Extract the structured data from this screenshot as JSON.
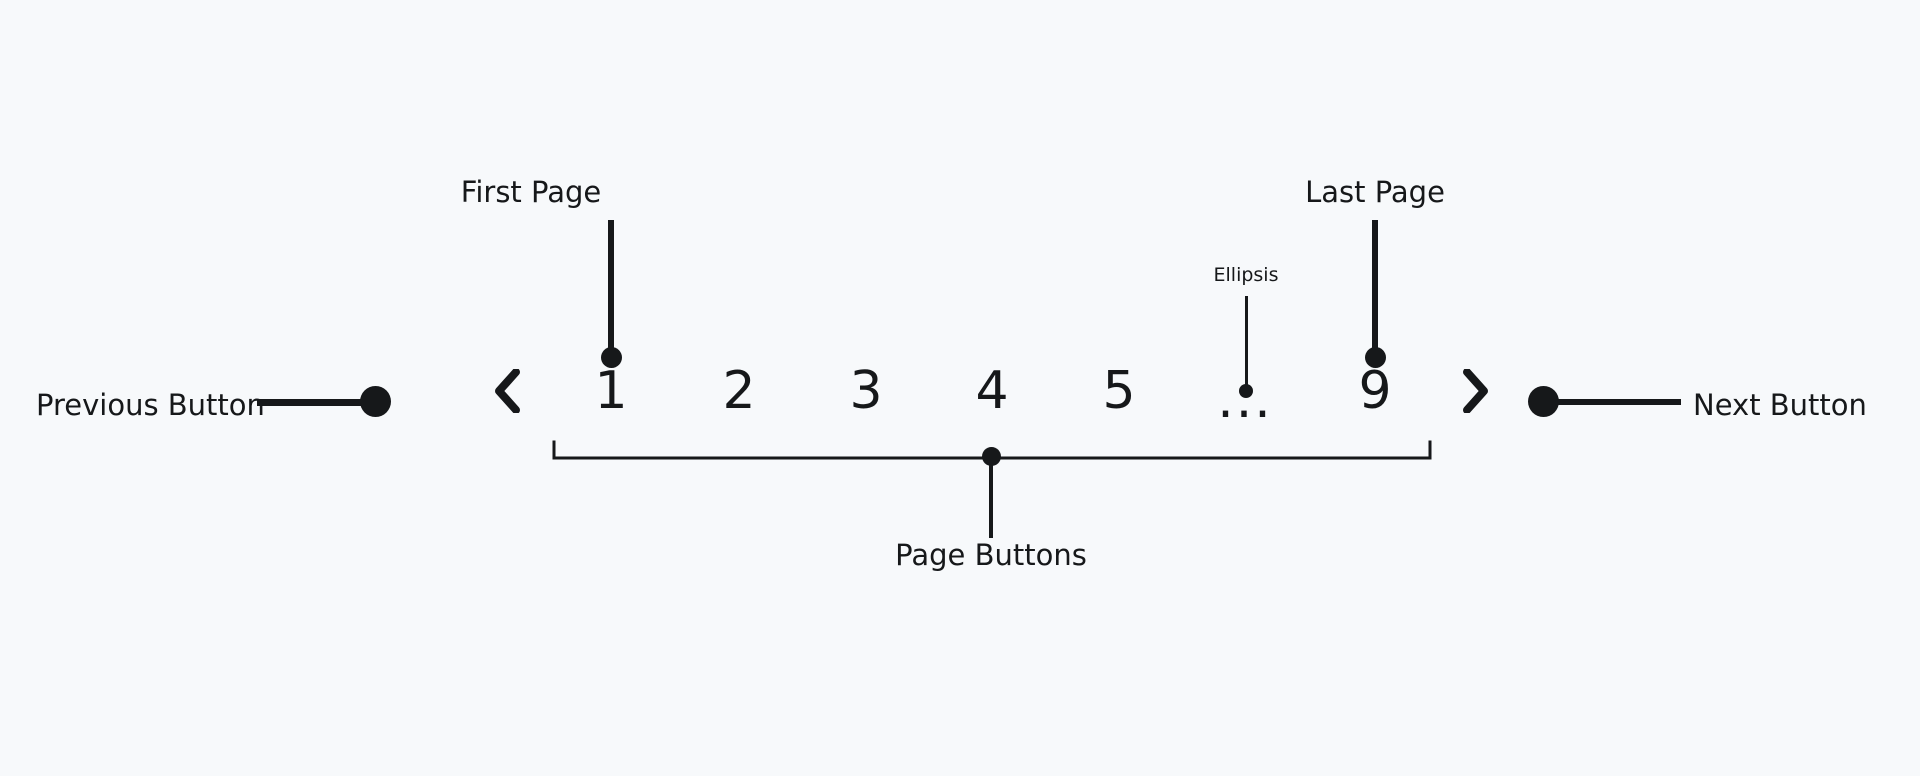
{
  "diagram": {
    "title": "Pagination component annotated diagram",
    "background_color": "#f7f9fb",
    "ink_color": "#16181a"
  },
  "pagination": {
    "previous_icon": "chevron-left-icon",
    "next_icon": "chevron-right-icon",
    "pages": [
      {
        "label": "1",
        "kind": "page"
      },
      {
        "label": "2",
        "kind": "page"
      },
      {
        "label": "3",
        "kind": "page"
      },
      {
        "label": "4",
        "kind": "page"
      },
      {
        "label": "5",
        "kind": "page"
      },
      {
        "label": "...",
        "kind": "ellipsis"
      },
      {
        "label": "9",
        "kind": "page"
      }
    ]
  },
  "annotations": {
    "previous_button": "Previous Button",
    "next_button": "Next Button",
    "first_page": "First Page",
    "last_page": "Last Page",
    "ellipsis": "Ellipsis",
    "page_buttons": "Page Buttons"
  }
}
